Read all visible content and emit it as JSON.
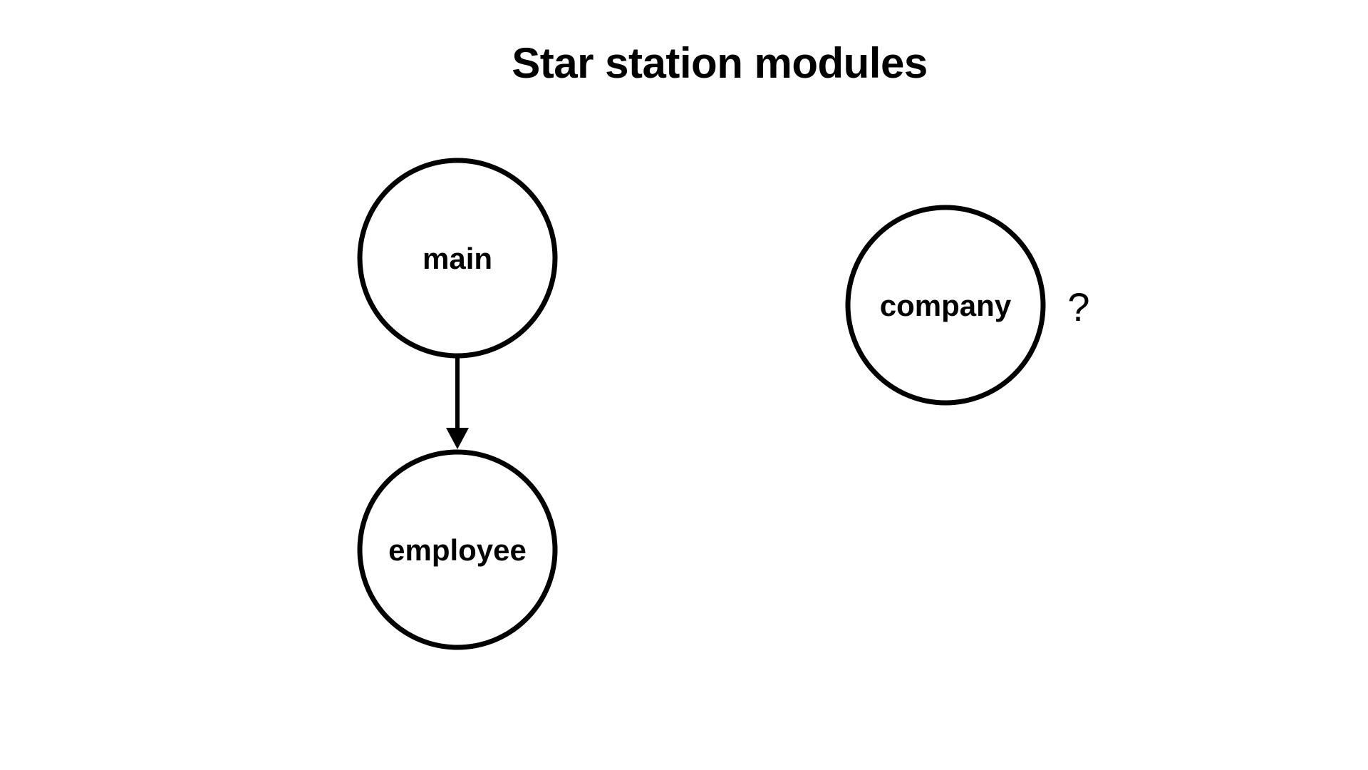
{
  "title": "Star station modules",
  "nodes": {
    "main": "main",
    "employee": "employee",
    "company": "company"
  },
  "annotations": {
    "company_note": "?"
  },
  "colors": {
    "stroke": "#000000",
    "background": "#ffffff"
  }
}
